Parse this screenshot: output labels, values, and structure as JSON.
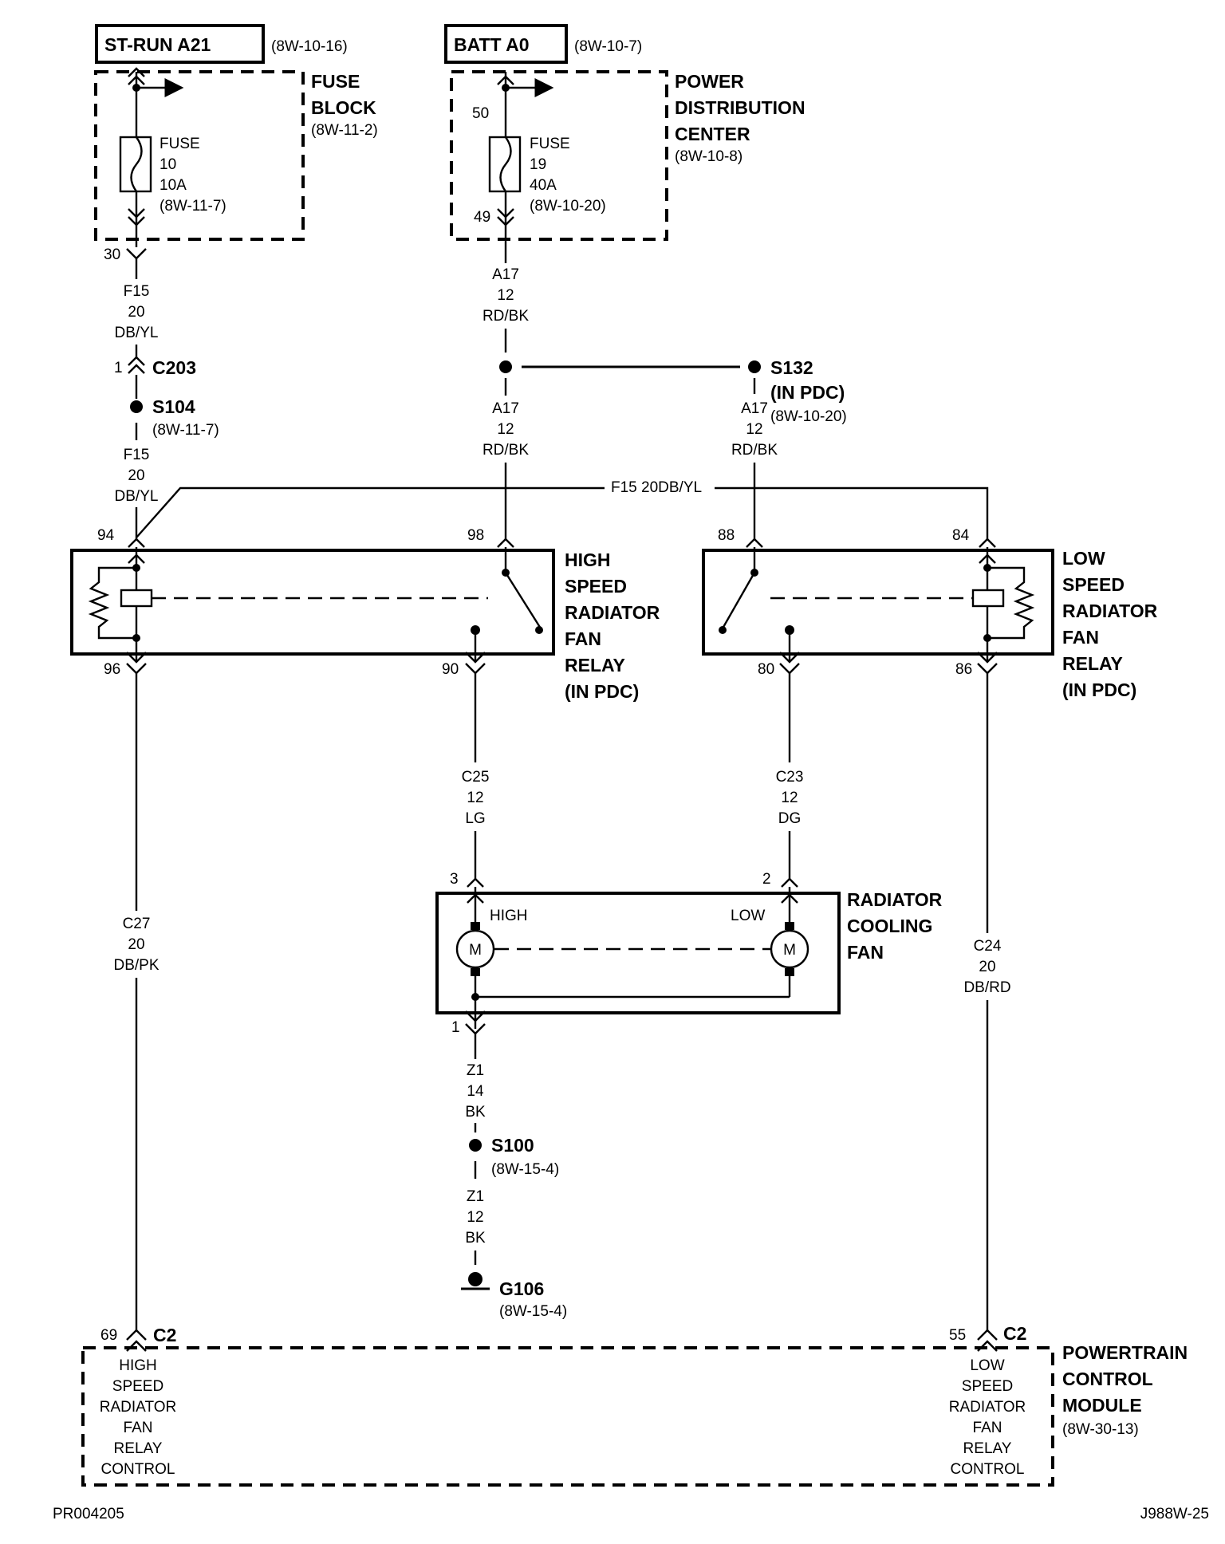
{
  "diagram": {
    "top": {
      "st_run": "ST-RUN A21",
      "st_run_ref": "(8W-10-16)",
      "batt": "BATT A0",
      "batt_ref": "(8W-10-7)"
    },
    "fuse_block": {
      "title_1": "FUSE",
      "title_2": "BLOCK",
      "ref": "(8W-11-2)",
      "fuse_word": "FUSE",
      "fuse_num": "10",
      "fuse_amp": "10A",
      "fuse_ref": "(8W-11-7)",
      "pin_out": "30"
    },
    "pdc": {
      "title_1": "POWER",
      "title_2": "DISTRIBUTION",
      "title_3": "CENTER",
      "ref": "(8W-10-8)",
      "pin_in": "50",
      "pin_out": "49",
      "fuse_word": "FUSE",
      "fuse_num": "19",
      "fuse_amp": "40A",
      "fuse_ref": "(8W-10-20)"
    },
    "wires": {
      "f15_a": {
        "circuit": "F15",
        "gauge": "20",
        "color": "DB/YL"
      },
      "c203": {
        "pin": "1",
        "name": "C203"
      },
      "s104": {
        "name": "S104",
        "ref": "(8W-11-7)"
      },
      "f15_b": {
        "circuit": "F15",
        "gauge": "20",
        "color": "DB/YL"
      },
      "a17_a": {
        "circuit": "A17",
        "gauge": "12",
        "color": "RD/BK"
      },
      "a17_b": {
        "circuit": "A17",
        "gauge": "12",
        "color": "RD/BK"
      },
      "a17_c": {
        "circuit": "A17",
        "gauge": "12",
        "color": "RD/BK"
      },
      "s132": {
        "name": "S132",
        "sub": "(IN PDC)",
        "ref": "(8W-10-20)"
      },
      "f15_cross": "F15   20DB/YL",
      "c25": {
        "circuit": "C25",
        "gauge": "12",
        "color": "LG"
      },
      "c23": {
        "circuit": "C23",
        "gauge": "12",
        "color": "DG"
      },
      "c27": {
        "circuit": "C27",
        "gauge": "20",
        "color": "DB/PK"
      },
      "c24": {
        "circuit": "C24",
        "gauge": "20",
        "color": "DB/RD"
      },
      "z1_a": {
        "circuit": "Z1",
        "gauge": "14",
        "color": "BK"
      },
      "s100": {
        "name": "S100",
        "ref": "(8W-15-4)"
      },
      "z1_b": {
        "circuit": "Z1",
        "gauge": "12",
        "color": "BK"
      },
      "g106": {
        "name": "G106",
        "ref": "(8W-15-4)"
      }
    },
    "high_relay": {
      "title": [
        "HIGH",
        "SPEED",
        "RADIATOR",
        "FAN",
        "RELAY",
        "(IN PDC)"
      ],
      "pins": {
        "p94": "94",
        "p98": "98",
        "p96": "96",
        "p90": "90"
      }
    },
    "low_relay": {
      "title": [
        "LOW",
        "SPEED",
        "RADIATOR",
        "FAN",
        "RELAY",
        "(IN PDC)"
      ],
      "pins": {
        "p88": "88",
        "p84": "84",
        "p80": "80",
        "p86": "86"
      }
    },
    "fan": {
      "title": [
        "RADIATOR",
        "COOLING",
        "FAN"
      ],
      "high": "HIGH",
      "low": "LOW",
      "motor": "M",
      "pin3": "3",
      "pin2": "2",
      "pin1": "1"
    },
    "pcm": {
      "title": [
        "POWERTRAIN",
        "CONTROL",
        "MODULE"
      ],
      "ref": "(8W-30-13)",
      "pin69": "69",
      "pin55": "55",
      "c2_left": "C2",
      "c2_right": "C2",
      "left_label": [
        "HIGH",
        "SPEED",
        "RADIATOR",
        "FAN",
        "RELAY",
        "CONTROL"
      ],
      "right_label": [
        "LOW",
        "SPEED",
        "RADIATOR",
        "FAN",
        "RELAY",
        "CONTROL"
      ]
    },
    "footer": {
      "left": "PR004205",
      "right": "J988W-25"
    }
  }
}
